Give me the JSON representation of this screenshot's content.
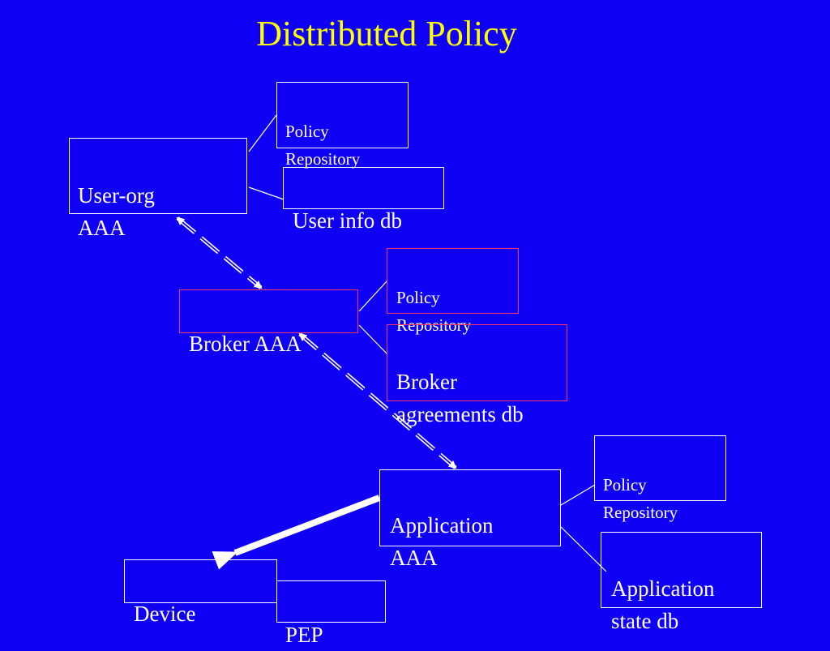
{
  "title": "Distributed Policy",
  "nodes": {
    "user_org_aaa": "User-org\nAAA",
    "user_policy_repository": "Policy\nRepository",
    "user_info_db": "User info db",
    "broker_aaa": "Broker AAA",
    "broker_policy_repository": "Policy\nRepository",
    "broker_agreements_db": "Broker\nagreements db",
    "application_aaa": "Application\nAAA",
    "app_policy_repository": "Policy\nRepository",
    "application_state_db": "Application\nstate db",
    "device": "Device",
    "pep": "PEP"
  },
  "colors": {
    "background": "#0f00f5",
    "title": "#ffff00",
    "text": "#ffffff",
    "broker_border": "#ff3070"
  }
}
